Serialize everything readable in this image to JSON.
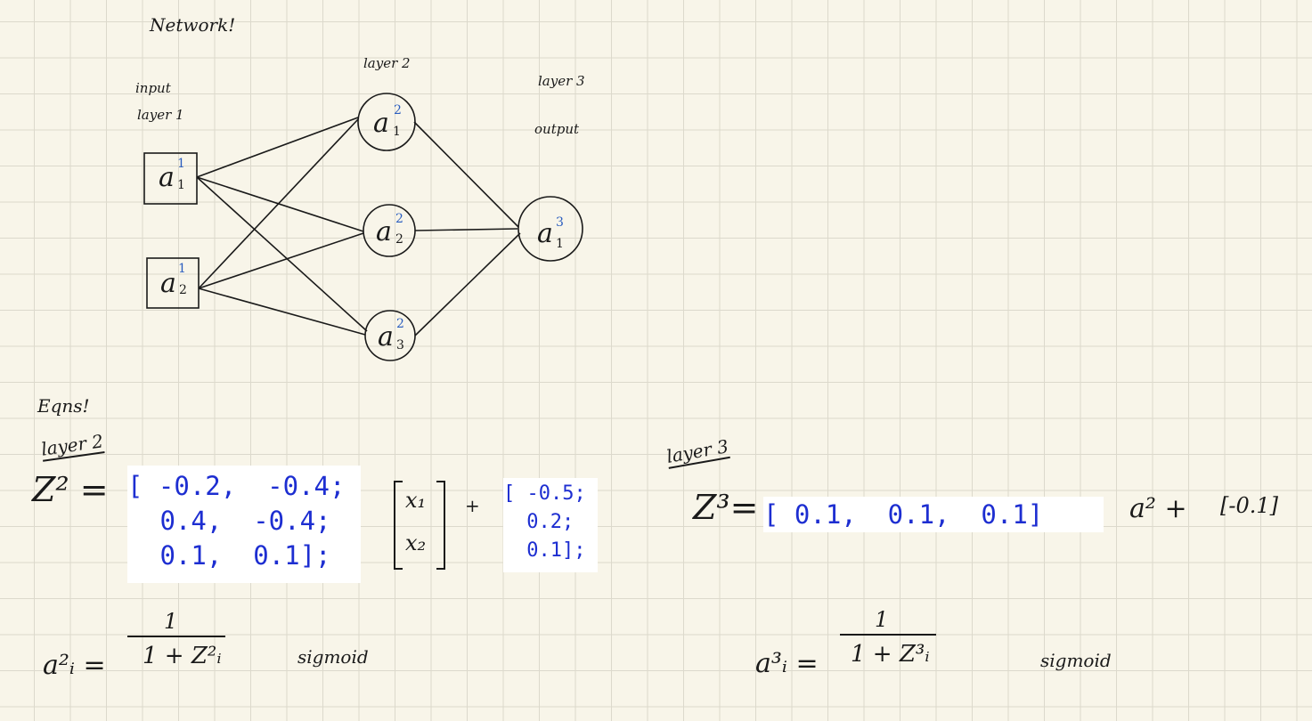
{
  "diagram": {
    "title": "Network!",
    "input_label": "input",
    "layer1_label": "layer 1",
    "layer2_label": "layer 2",
    "layer3_label": "layer 3",
    "output_label": "output",
    "nodes": {
      "in1": "a",
      "in2": "a",
      "h1": "a",
      "h2": "a",
      "h3": "a",
      "out1": "a"
    }
  },
  "equations": {
    "heading": "Eqns!",
    "layer2_label": "layer 2",
    "layer3_label": "layer 3",
    "z2_lhs": "Z² =",
    "z3_lhs": "Z³=",
    "w2_lines": [
      "[ -0.2,  -0.4;",
      " 0.4,  -0.4;",
      " 0.1,  0.1];"
    ],
    "x_vector": [
      "x₁",
      "x₂"
    ],
    "plus": "+",
    "b2_lines": [
      "[ -0.5;",
      " 0.2;",
      " 0.1];"
    ],
    "w3_line": "[ 0.1,  0.1,  0.1]",
    "a2_term": "a² +",
    "b3": "[-0.1]",
    "sig2_lhs": "a²ᵢ =",
    "sig2_num": "1",
    "sig2_den": "1 + Z²ᵢ",
    "sig2_label": "sigmoid",
    "sig3_lhs": "a³ᵢ =",
    "sig3_num": "1",
    "sig3_den": "1 + Z³ᵢ",
    "sig3_label": "sigmoid"
  }
}
